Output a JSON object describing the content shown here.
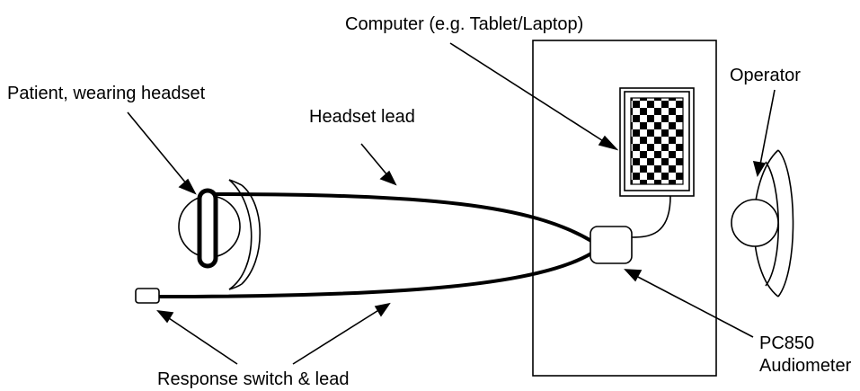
{
  "labels": {
    "computer": "Computer (e.g. Tablet/Laptop)",
    "operator": "Operator",
    "patient": "Patient, wearing headset",
    "headset_lead": "Headset lead",
    "response": "Response switch & lead",
    "audiometer_model": "PC850",
    "audiometer": "Audiometer"
  },
  "colors": {
    "line": "#000000",
    "background": "#ffffff"
  }
}
